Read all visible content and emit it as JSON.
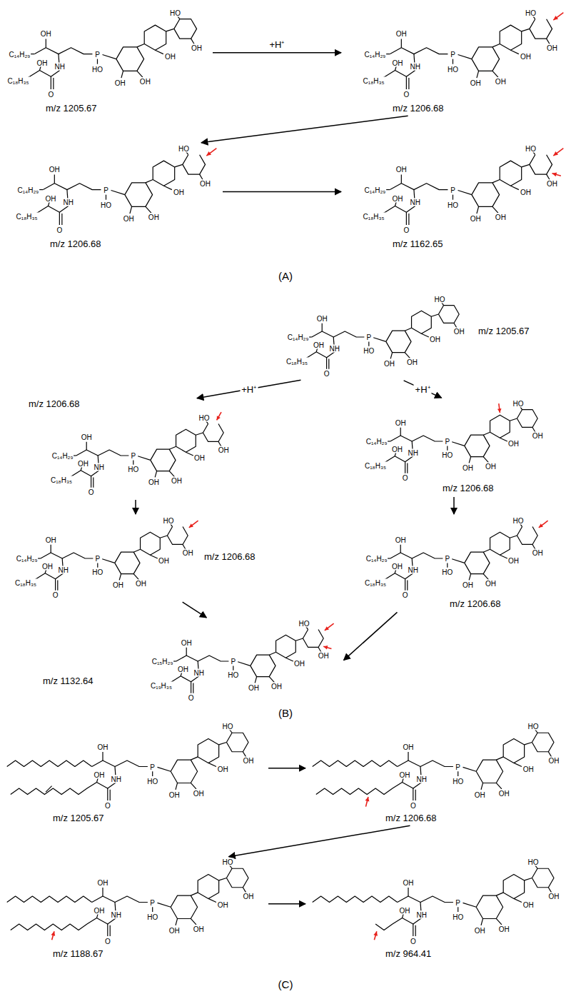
{
  "diagram": {
    "nodes": [
      {
        "text": [
          "m/z 1205.67",
          "C₁₄H₂₉",
          "OH",
          "NH",
          "O",
          "OH",
          "C₁₈H₃₅",
          "P",
          "HO",
          "OH",
          "OH",
          "OH",
          "OH",
          "HO"
        ]
      },
      {
        "text": [
          "m/z 1206.68",
          "C₁₄H₂₉",
          "OH",
          "NH",
          "O",
          "OH",
          "C₁₈H₃₅",
          "P",
          "HO",
          "OH",
          "OH",
          "OH",
          "OH",
          "HO"
        ]
      },
      {
        "text": [
          "m/z 1206.68",
          "C₁₄H₂₉",
          "OH",
          "NH",
          "O",
          "OH",
          "C₁₈H₃₅",
          "P",
          "HO",
          "OH",
          "OH",
          "OH",
          "OH",
          "HO"
        ]
      },
      {
        "text": [
          "m/z 1162.65",
          "C₁₄H₂₉",
          "OH",
          "NH",
          "O",
          "OH",
          "C₁₈H₃₅",
          "P",
          "HO",
          "OH",
          "OH",
          "OH",
          "OH",
          "HO"
        ]
      },
      {
        "text": [
          "m/z 1205.67",
          "C₁₄H₂₉",
          "OH",
          "NH",
          "O",
          "OH",
          "C₁₈H₃₅",
          "P",
          "HO",
          "OH",
          "OH",
          "OH",
          "OH",
          "HO"
        ]
      },
      {
        "text": [
          "m/z 1206.68",
          "C₁₄H₂₉",
          "OH",
          "NH",
          "O",
          "OH",
          "C₁₈H₃₅",
          "P",
          "HO",
          "OH",
          "OH",
          "OH",
          "OH",
          "HO"
        ]
      },
      {
        "text": [
          "m/z 1206.68",
          "C₁₄H₂₉",
          "OH",
          "NH",
          "O",
          "OH",
          "C₁₈H₃₅",
          "P",
          "HO",
          "OH",
          "OH",
          "OH",
          "OH",
          "HO"
        ]
      },
      {
        "text": [
          "m/z 1206.68",
          "C₁₄H₂₉",
          "OH",
          "NH",
          "O",
          "OH",
          "C₁₈H₃₅",
          "P",
          "HO",
          "OH",
          "OH",
          "OH",
          "OH",
          "HO"
        ]
      },
      {
        "text": [
          "m/z 1206.68",
          "C₁₄H₂₉",
          "OH",
          "NH",
          "O",
          "OH",
          "C₁₈H₃₅",
          "P",
          "HO",
          "OH",
          "OH",
          "OH",
          "OH",
          "HO"
        ]
      },
      {
        "text": [
          "m/z 1132.64",
          "C₁₅H₂₉",
          "OH",
          "NH",
          "O",
          "OH",
          "C₁₉H₃₅",
          "P",
          "HO",
          "OH",
          "OH",
          "OH",
          "OH",
          "HO"
        ]
      },
      {
        "text": [
          "m/z 1205.67",
          "OH",
          "NH",
          "O",
          "OH",
          "P",
          "HO",
          "OH",
          "OH",
          "OH",
          "OH",
          "HO"
        ]
      },
      {
        "text": [
          "m/z 1206.68",
          "OH",
          "NH",
          "O",
          "OH",
          "P",
          "HO",
          "OH",
          "OH",
          "OH",
          "OH",
          "HO"
        ]
      },
      {
        "text": [
          "m/z 1188.67",
          "OH",
          "NH",
          "O",
          "OH",
          "P",
          "HO",
          "OH",
          "OH",
          "OH",
          "OH",
          "HO"
        ]
      },
      {
        "text": [
          "m/z 964.41",
          "OH",
          "NH",
          "O",
          "OH",
          "P",
          "HO",
          "OH",
          "OH",
          "OH",
          "OH",
          "HO"
        ]
      }
    ],
    "edges": [
      {
        "from": 0,
        "to": 1,
        "label": "+H⁺",
        "arrow": "to"
      },
      {
        "from": 1,
        "to": 2,
        "arrow": "to"
      },
      {
        "from": 2,
        "to": 3,
        "arrow": "to"
      },
      {
        "from": 4,
        "to": 5,
        "label": "+H⁺",
        "arrow": "to"
      },
      {
        "from": 4,
        "to": 6,
        "label": "+H⁺",
        "arrow": "to"
      },
      {
        "from": 5,
        "to": 7,
        "arrow": "to"
      },
      {
        "from": 6,
        "to": 8,
        "arrow": "to"
      },
      {
        "from": 7,
        "to": 9,
        "arrow": "to"
      },
      {
        "from": 8,
        "to": 9,
        "arrow": "to"
      },
      {
        "from": 10,
        "to": 11,
        "arrow": "to"
      },
      {
        "from": 11,
        "to": 12,
        "arrow": "to"
      },
      {
        "from": 12,
        "to": 13,
        "arrow": "to"
      }
    ],
    "labels": [
      "(A)",
      "(B)",
      "(C)"
    ]
  }
}
